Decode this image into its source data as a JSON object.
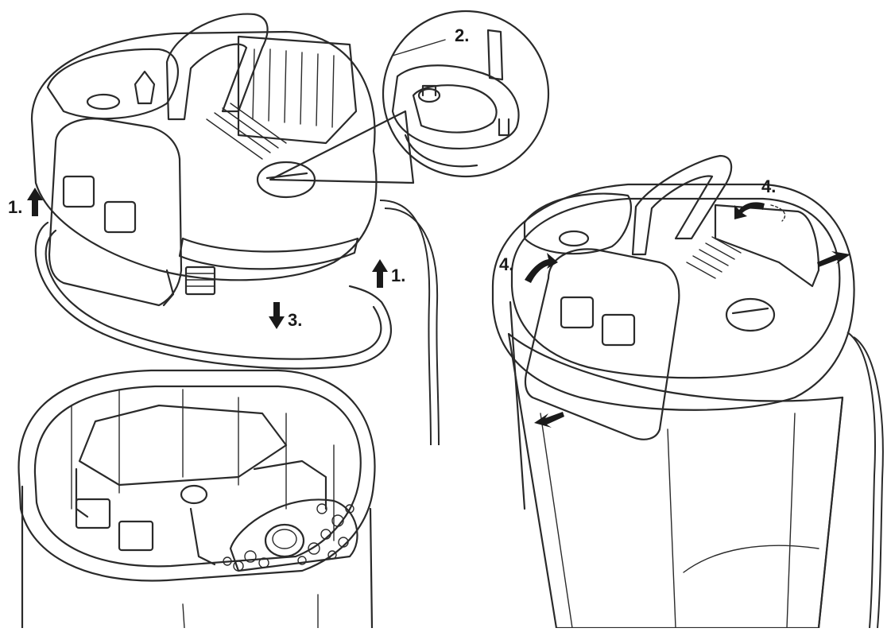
{
  "labels": {
    "step1_left": "1.",
    "step1_right": "1.",
    "step2": "2.",
    "step3": "3.",
    "step4_top": "4.",
    "step4_left": "4."
  },
  "colors": {
    "housing_gray": "#8c8c8c",
    "housing_dark": "#6f6f6f",
    "clip_gray": "#7a7a7a",
    "canister_white": "#ffffff",
    "outline": "#2a2a2a"
  }
}
